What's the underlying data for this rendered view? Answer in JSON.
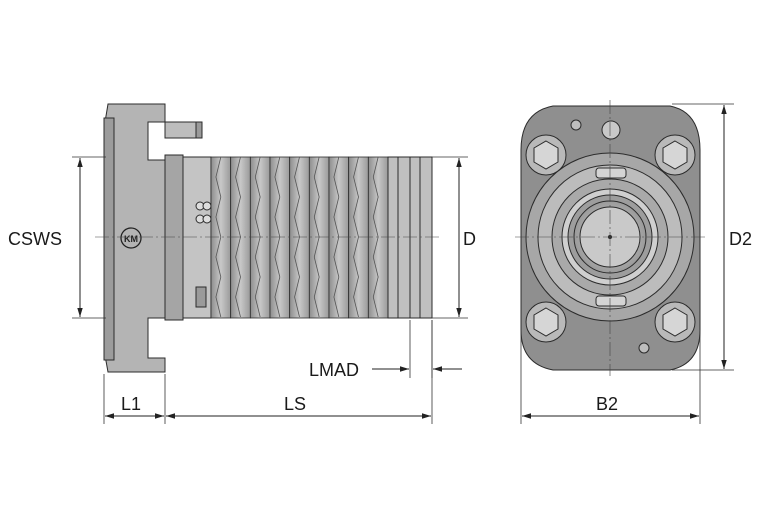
{
  "labels": {
    "csws": "CSWS",
    "d": "D",
    "lmad": "LMAD",
    "l1": "L1",
    "ls": "LS",
    "b2": "B2",
    "d2": "D2",
    "logo": "KM"
  },
  "colors": {
    "body_light": "#cfcfcf",
    "body_mid": "#a9a9a9",
    "body_dark": "#8a8a8a",
    "line": "#222222",
    "background": "#ffffff"
  },
  "icons": [
    "hex-socket-screw-icon",
    "km-logo-icon"
  ]
}
